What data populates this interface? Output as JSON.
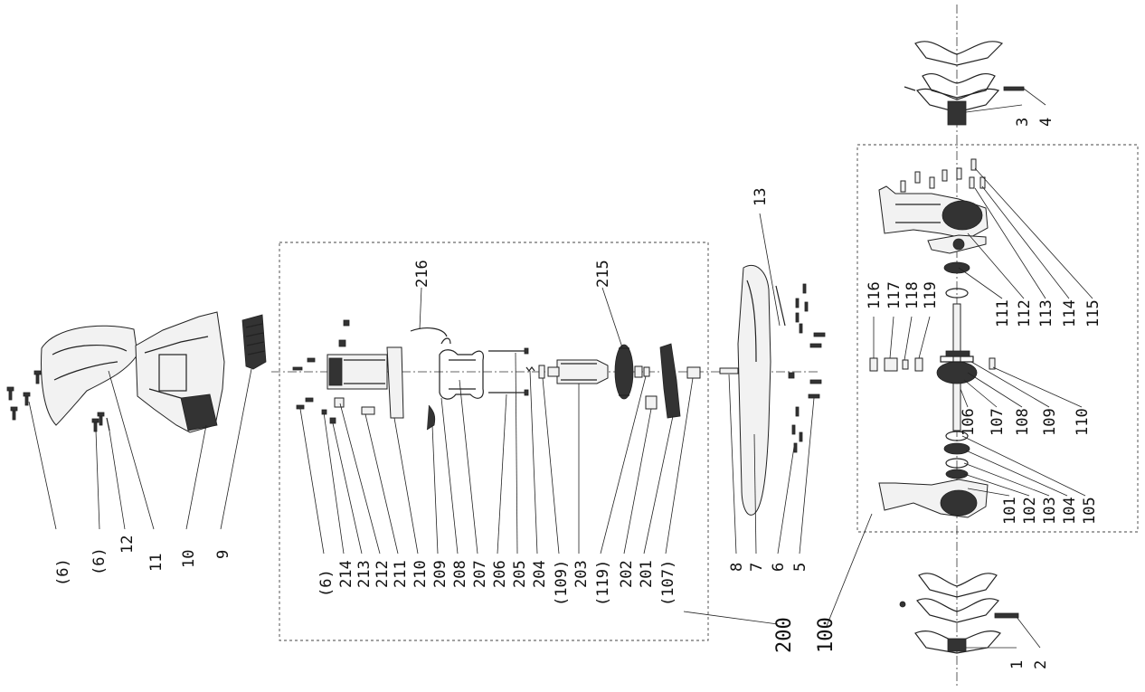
{
  "diagram": {
    "callouts_left": [
      "(6)",
      "(6)",
      "12",
      "11",
      "10",
      "9"
    ],
    "callouts_motor": [
      "(6)",
      "214",
      "213",
      "212",
      "211",
      "210",
      "209",
      "208",
      "207",
      "206",
      "205",
      "204",
      "(109)",
      "203",
      "(119)",
      "202",
      "201",
      "(107)"
    ],
    "callouts_motor_top": [
      "216",
      "215"
    ],
    "callouts_handle": [
      "8",
      "7",
      "6",
      "5",
      "13"
    ],
    "callouts_gearbox_bottom": [
      "101",
      "102",
      "103",
      "104",
      "105"
    ],
    "callouts_gearbox_mid": [
      "106",
      "107",
      "108",
      "109",
      "110"
    ],
    "callouts_gearbox_top": [
      "111",
      "112",
      "113",
      "114",
      "115"
    ],
    "callouts_gearbox_shaft": [
      "116",
      "117",
      "118",
      "119"
    ],
    "callouts_tines_top": [
      "3",
      "4"
    ],
    "callouts_tines_bottom": [
      "1",
      "2"
    ],
    "assembly_labels": [
      "200",
      "100"
    ]
  }
}
